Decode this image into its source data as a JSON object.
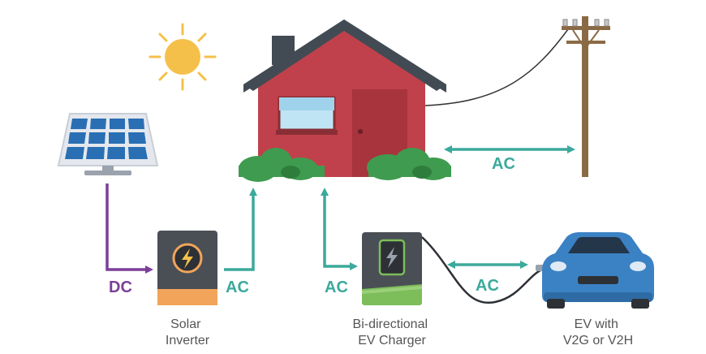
{
  "colors": {
    "ac": "#3ba99c",
    "dc": "#7b3f98",
    "sun": "#f5c04a",
    "house": "#c0414b",
    "roof": "#424b53",
    "panel": "#2a6fb3",
    "car": "#3b82c4",
    "pole": "#8a6a45",
    "bush": "#3f9b4f"
  },
  "icons": [
    "sun-icon",
    "solar-panel-icon",
    "house-icon",
    "utility-pole-icon",
    "inverter-icon",
    "ev-charger-icon",
    "electric-car-icon",
    "lightning-bolt-icon"
  ],
  "flows": {
    "panel_to_inverter": "DC",
    "inverter_to_house": "AC",
    "house_to_grid": "AC",
    "charger_to_house": "AC",
    "charger_to_car": "AC"
  },
  "captions": {
    "inverter": [
      "Solar",
      "Inverter"
    ],
    "charger": [
      "Bi-directional",
      "EV Charger"
    ],
    "car": [
      "EV with",
      "V2G or V2H"
    ]
  }
}
